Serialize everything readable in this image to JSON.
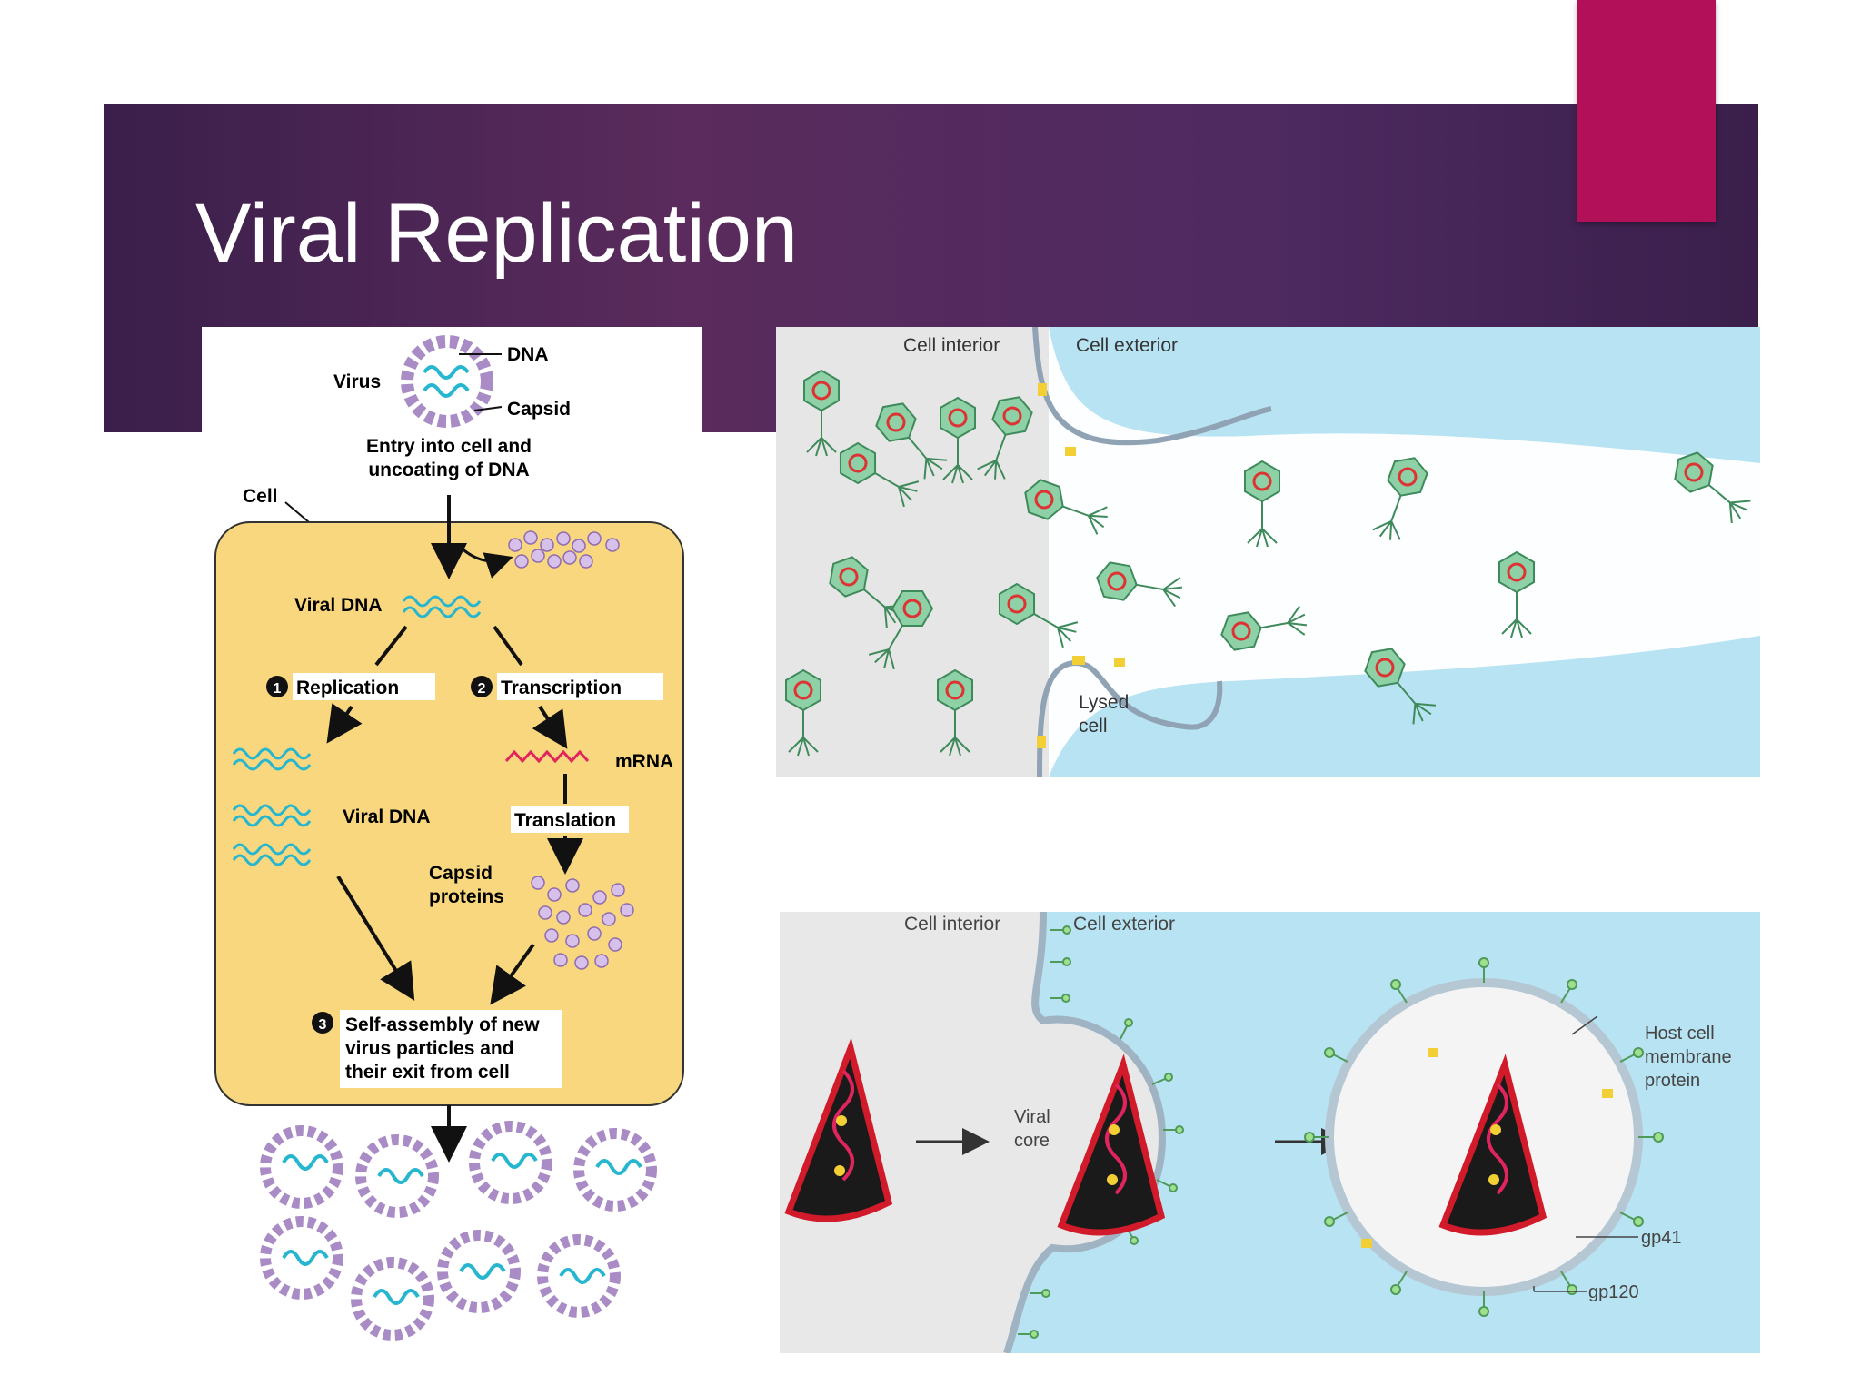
{
  "slide": {
    "title": "Viral Replication"
  },
  "left_diagram": {
    "virus": "Virus",
    "dna": "DNA",
    "capsid": "Capsid",
    "entry": [
      "Entry into cell and",
      "uncoating of DNA"
    ],
    "cell": "Cell",
    "viral_dna_top": "Viral DNA",
    "step1": "Replication",
    "step2": "Transcription",
    "mrna": "mRNA",
    "viral_dna_mid": "Viral DNA",
    "translation": "Translation",
    "capsid_proteins": [
      "Capsid",
      "proteins"
    ],
    "step3": [
      "Self-assembly of new",
      "virus particles and",
      "their exit from cell"
    ],
    "step_numbers": [
      "1",
      "2",
      "3"
    ]
  },
  "phage_panel": {
    "cell_interior": "Cell interior",
    "cell_exterior": "Cell exterior",
    "lysed_cell": [
      "Lysed",
      "cell"
    ]
  },
  "hiv_panel": {
    "cell_interior": "Cell interior",
    "cell_exterior": "Cell exterior",
    "viral_core": [
      "Viral",
      "core"
    ],
    "host_protein": [
      "Host cell",
      "membrane",
      "protein"
    ],
    "gp41": "gp41",
    "gp120": "gp120"
  },
  "colors": {
    "band": "#4e2a61",
    "accent": "#b21058",
    "cell_fill": "#f9d77e",
    "exterior_blue": "#b8e3f2",
    "dna_cyan": "#26b6cf",
    "mrna_red": "#e0245e",
    "capsomere": "#c9a8e0"
  }
}
